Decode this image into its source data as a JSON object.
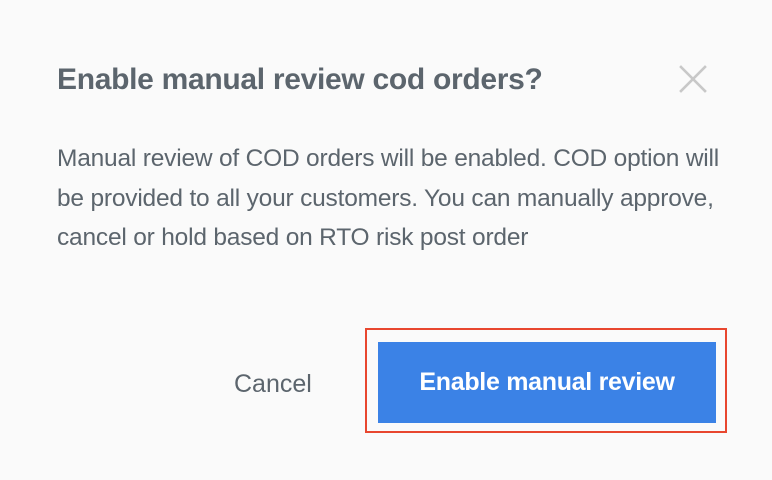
{
  "dialog": {
    "title": "Enable manual review cod orders?",
    "close_icon": "close-icon",
    "message": "Manual review of COD orders will be enabled. COD option will be provided to all your customers. You can manually approve, cancel or hold based on RTO risk post order",
    "buttons": {
      "cancel_label": "Cancel",
      "confirm_label": "Enable manual review"
    }
  },
  "colors": {
    "background": "#fafafa",
    "text": "#5c656d",
    "close_icon": "#c8c8c8",
    "primary_button": "#3b82e6",
    "highlight_outline": "#e8472f"
  }
}
